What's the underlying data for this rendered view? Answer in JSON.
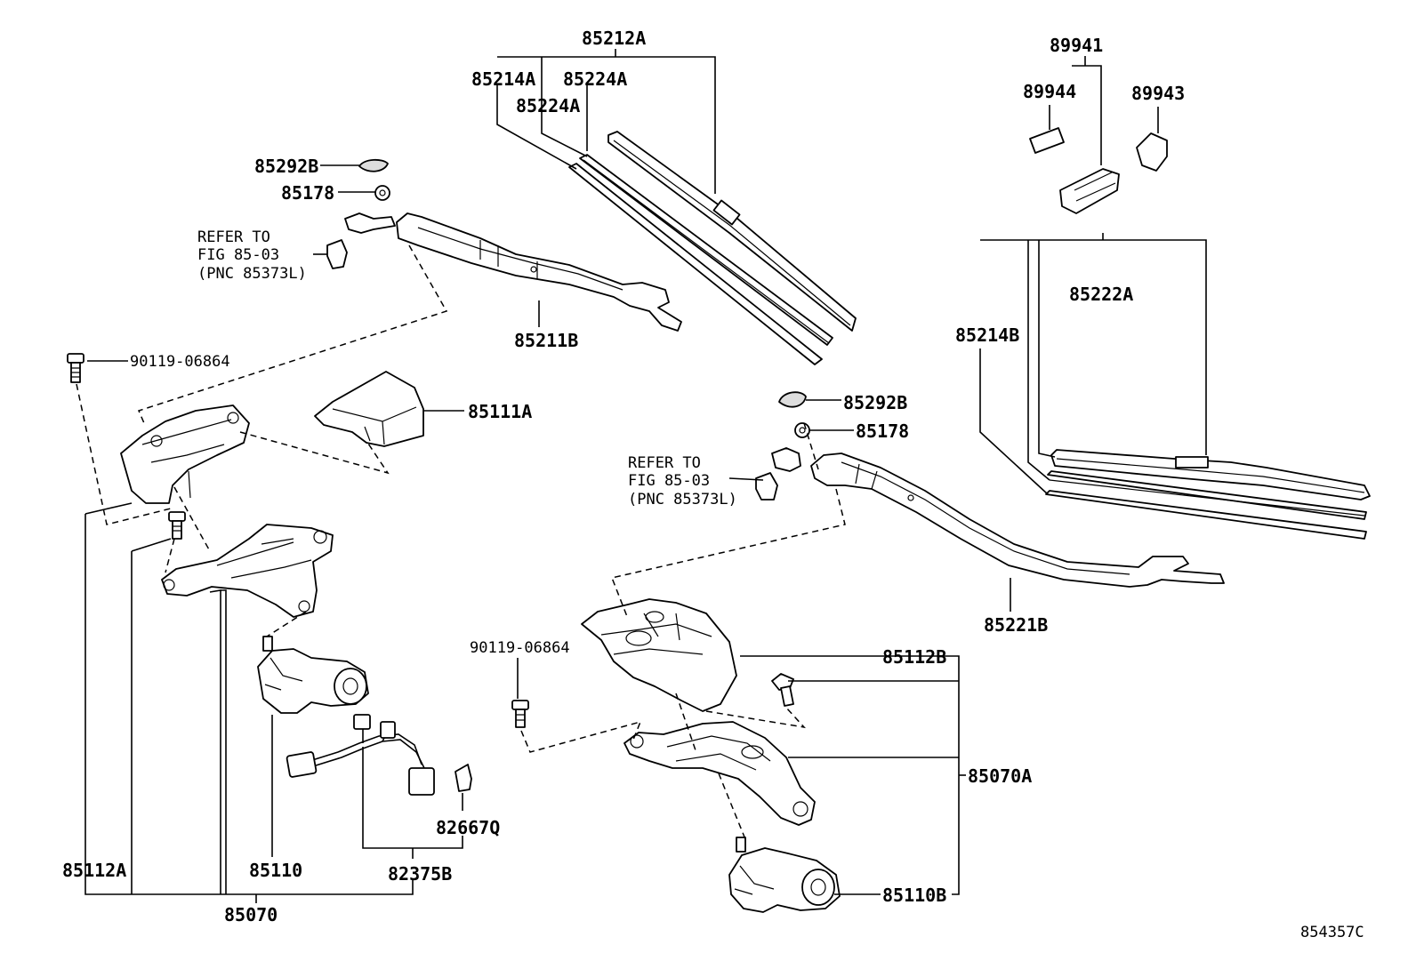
{
  "callouts": {
    "p85212A": "85212A",
    "p85214A": "85214A",
    "p85224A_top": "85224A",
    "p85224A_mid": "85224A",
    "p85292B_left": "85292B",
    "p85178_left": "85178",
    "p85211B": "85211B",
    "p90119_left": "90119-06864",
    "p85111A": "85111A",
    "p89941": "89941",
    "p89944": "89944",
    "p89943": "89943",
    "p85222A": "85222A",
    "p85214B": "85214B",
    "p85292B_right": "85292B",
    "p85178_right": "85178",
    "p85221B": "85221B",
    "p90119_right": "90119-06864",
    "p85112B": "85112B",
    "p85070A": "85070A",
    "p85110B": "85110B",
    "p85112A": "85112A",
    "p85110": "85110",
    "p82667Q": "82667Q",
    "p82375B": "82375B",
    "p85070": "85070"
  },
  "refer_left": {
    "line1": "REFER TO",
    "line2": "FIG 85-03",
    "line3": "(PNC 85373L)"
  },
  "refer_right": {
    "line1": "REFER TO",
    "line2": "FIG 85-03",
    "line3": "(PNC 85373L)"
  },
  "figure_id": "854357C"
}
